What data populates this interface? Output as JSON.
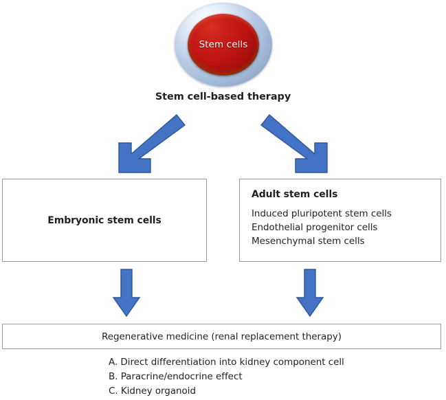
{
  "figure": {
    "root": {
      "cell_label": "Stem cells",
      "title": "Stem cell-based therapy"
    },
    "branches": [
      {
        "id": "embryonic",
        "title": "Embryonic stem cells",
        "items": []
      },
      {
        "id": "adult",
        "title": "Adult stem cells",
        "items": [
          "Induced pluripotent stem cells",
          "Endothelial progenitor cells",
          "Mesenchymal stem cells"
        ]
      }
    ],
    "outcome": {
      "title": "Regenerative medicine (renal replacement therapy)",
      "items": [
        "A. Direct differentiation into kidney component cell",
        "B. Paracrine/endocrine effect",
        "C. Kidney organoid"
      ]
    },
    "arrows": [
      {
        "id": "branch-left",
        "direction": "down-left",
        "from": "stem-cell-based-therapy",
        "to": "embryonic-stem-cells"
      },
      {
        "id": "branch-right",
        "direction": "down-right",
        "from": "stem-cell-based-therapy",
        "to": "adult-stem-cells"
      },
      {
        "id": "outcome-left",
        "direction": "down",
        "from": "embryonic-stem-cells",
        "to": "regenerative-medicine"
      },
      {
        "id": "outcome-right",
        "direction": "down",
        "from": "adult-stem-cells",
        "to": "regenerative-medicine"
      }
    ],
    "colors": {
      "arrow_fill": "#4472C4",
      "arrow_stroke": "#2F5597",
      "cell_outer": "#B8CCE4",
      "cell_inner": "#C00000",
      "cell_text": "#FFFFFF",
      "box_border": "#9A9A9A",
      "text": "#231F20",
      "background": "#FFFFFF"
    }
  }
}
